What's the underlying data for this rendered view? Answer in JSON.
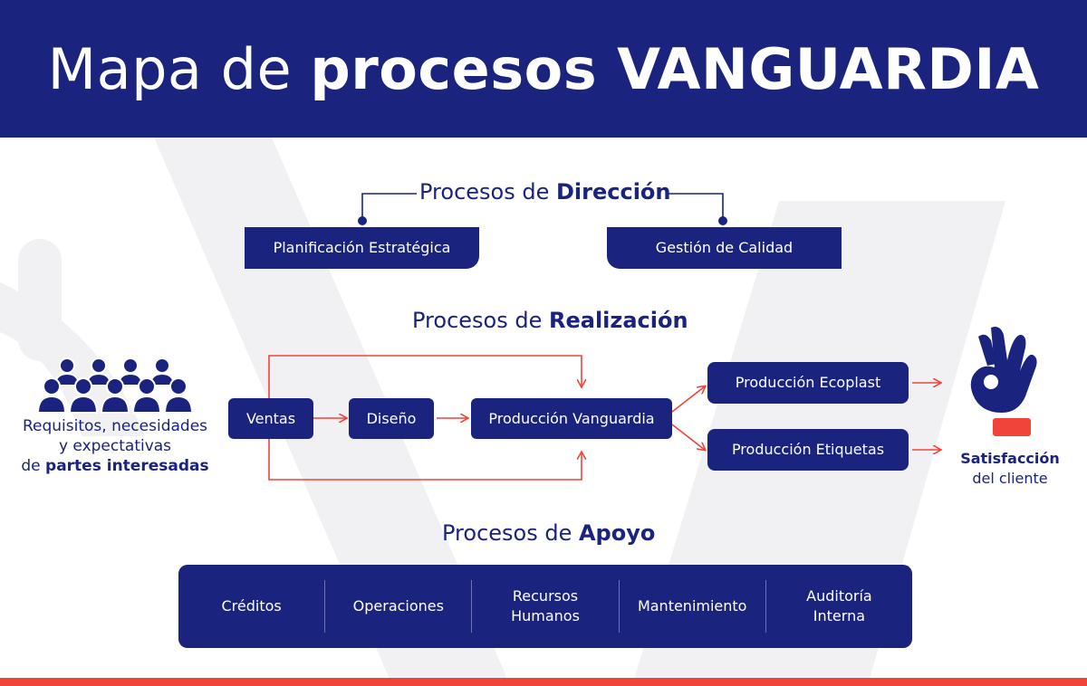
{
  "colors": {
    "navy": "#1a237e",
    "accent_red": "#f0443a",
    "watermark_gray": "#f1f1f3"
  },
  "header": {
    "title_regular": "Mapa de ",
    "title_bold": "procesos VANGUARDIA"
  },
  "direccion": {
    "title_regular": "Procesos de ",
    "title_bold": "Dirección",
    "boxes": [
      "Planificación Estratégica",
      "Gestión de Calidad"
    ]
  },
  "realizacion": {
    "title_regular": "Procesos de ",
    "title_bold": "Realización",
    "steps": [
      "Ventas",
      "Diseño",
      "Producción Vanguardia"
    ],
    "outputs": [
      "Producción Ecoplast",
      "Producción Etiquetas"
    ]
  },
  "stakeholders": {
    "icon": "people-group-icon",
    "line1": "Requisitos, necesidades",
    "line2": "y expectativas",
    "line3_regular": "de ",
    "line3_bold": "partes interesadas"
  },
  "satisfaction": {
    "icon": "ok-hand-icon",
    "bold": "Satisfacción",
    "regular": "del cliente"
  },
  "apoyo": {
    "title_regular": "Procesos de ",
    "title_bold": "Apoyo",
    "items": [
      {
        "line1": "Créditos",
        "line2": ""
      },
      {
        "line1": "Operaciones",
        "line2": ""
      },
      {
        "line1": "Recursos",
        "line2": "Humanos"
      },
      {
        "line1": "Mantenimiento",
        "line2": ""
      },
      {
        "line1": "Auditoría",
        "line2": "Interna"
      }
    ]
  }
}
